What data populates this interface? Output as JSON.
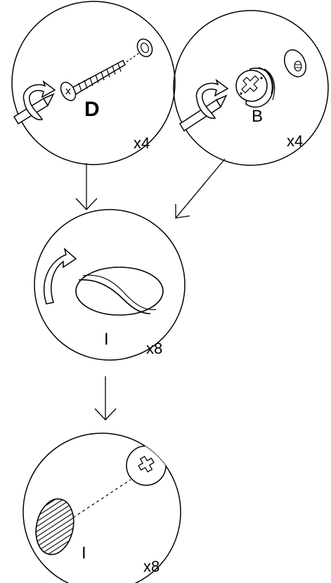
{
  "steps": [
    {
      "part": "D",
      "quantity": "x4"
    },
    {
      "part": "B",
      "quantity": "x4"
    },
    {
      "part": "I",
      "quantity": "x8"
    },
    {
      "part": "I",
      "quantity": "x8"
    }
  ]
}
